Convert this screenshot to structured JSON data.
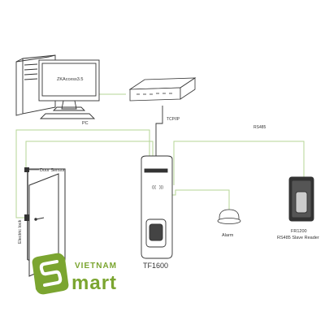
{
  "diagram": {
    "pc": {
      "screen_text": "ZKAccess3.5",
      "label": "PC"
    },
    "network": {
      "tcp_label": "TCP/IP",
      "rs485_label": "RS485"
    },
    "door": {
      "sensor_label": "Door Sensor",
      "lock_label": "Electric lock"
    },
    "device": {
      "label": "TF1600"
    },
    "alarm": {
      "label": "Alarm"
    },
    "slave_reader": {
      "model_label": "FR1200",
      "description_label": "RS485 Slave Reader"
    }
  },
  "watermark": {
    "line1": "VIETNAM",
    "line2": "mart"
  },
  "colors": {
    "wire_green": "#b6d694",
    "line_dark": "#333333",
    "brand_green": "#7ba530"
  }
}
